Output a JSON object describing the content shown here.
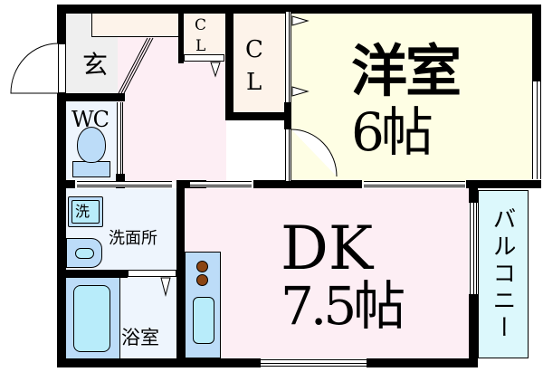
{
  "floor_plan": {
    "rooms": {
      "entrance": {
        "label": "玄"
      },
      "wc": {
        "label": "WC"
      },
      "closet_small": {
        "label_c": "C",
        "label_l": "L"
      },
      "closet_large": {
        "label_c": "C",
        "label_l": "L"
      },
      "western_room": {
        "label": "洋室",
        "size": "6帖"
      },
      "dining_kitchen": {
        "label": "DK",
        "size": "7.5帖"
      },
      "washroom": {
        "label": "洗面所",
        "washer_label": "洗"
      },
      "bathroom": {
        "label": "浴室"
      },
      "balcony": {
        "label": "バルコニー"
      }
    },
    "colors": {
      "entrance": "#efefef",
      "hall": "#fdeef4",
      "closet": "#fdf3ea",
      "western_room": "#fefee4",
      "dining_kitchen": "#fdeef4",
      "wet_area": "#eef5fd",
      "fixture": "#bcdcf8",
      "fixture_inner": "#b8ecfa",
      "balcony": "#dcf8fc",
      "stove": "#8b4513",
      "wall": "#000000"
    }
  }
}
